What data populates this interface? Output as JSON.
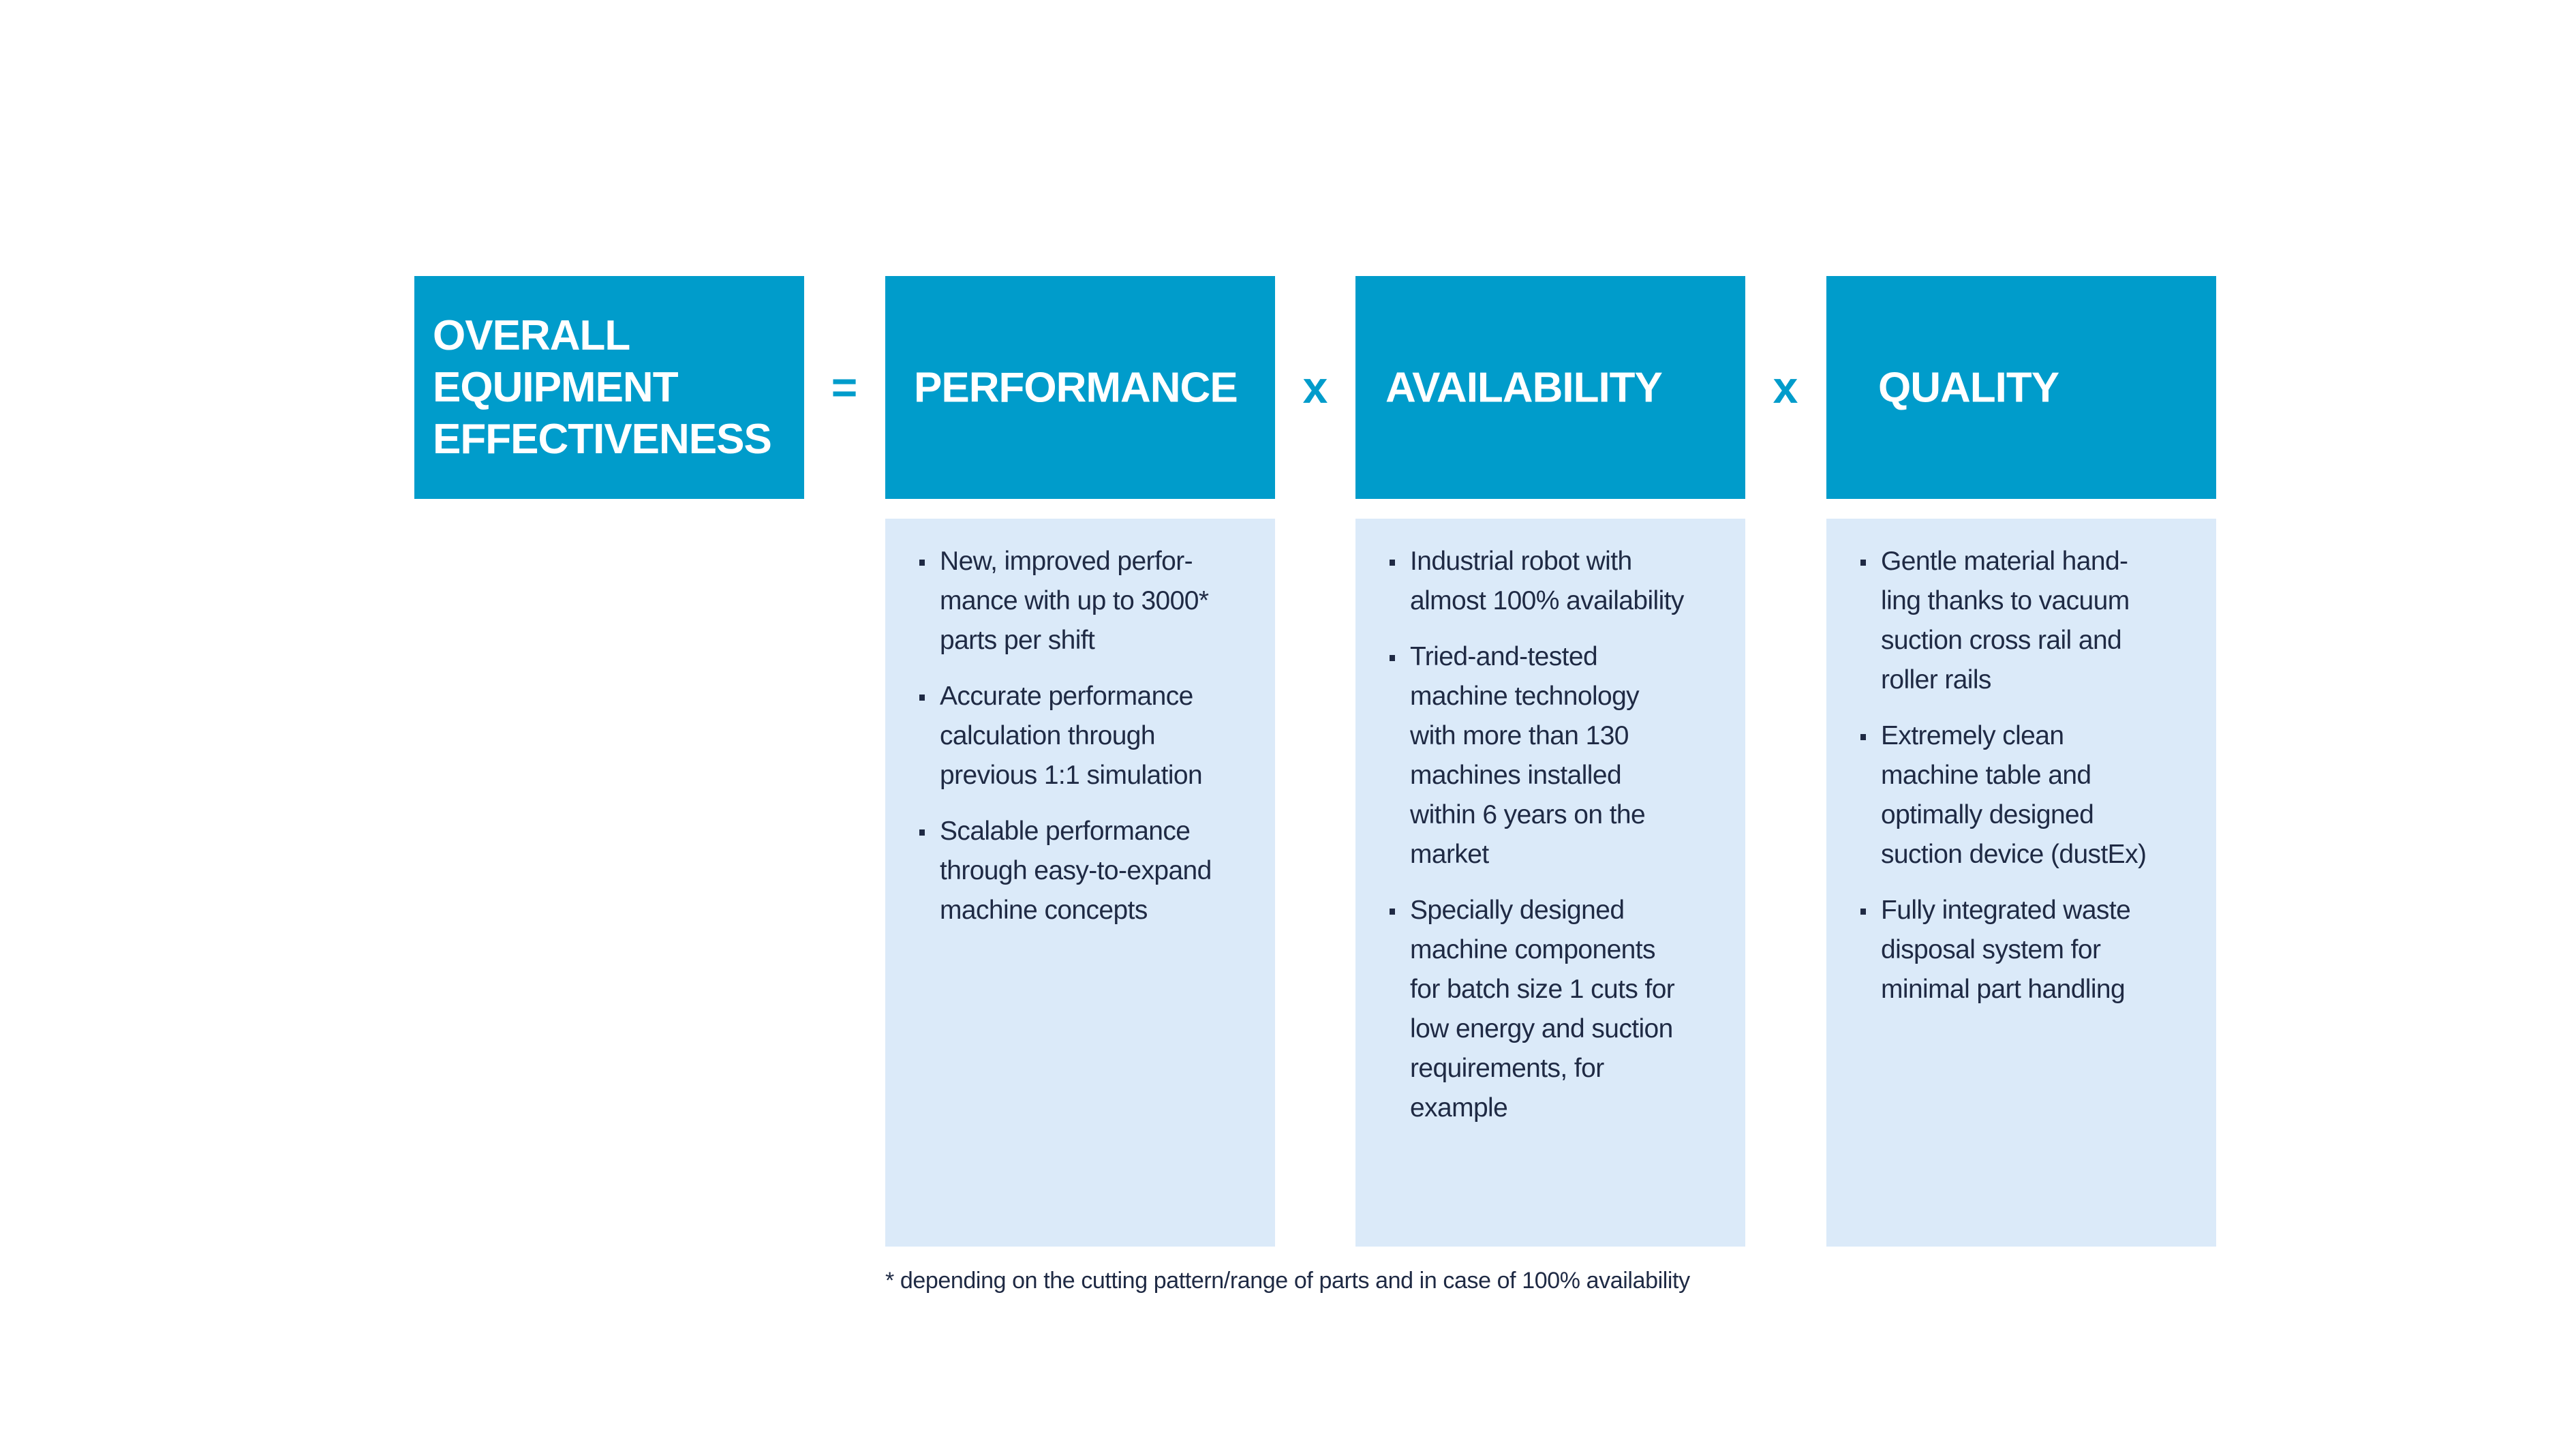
{
  "oee": {
    "lines": [
      "OVERALL",
      "EQUIPMENT",
      "EFFECTIVENESS"
    ]
  },
  "operators": {
    "equals": "=",
    "times1": "x",
    "times2": "x"
  },
  "columns": [
    {
      "title": "PERFORMANCE",
      "items": [
        [
          "New, improved perfor-",
          "mance with up to 3000*",
          "parts per shift"
        ],
        [
          "Accurate performance",
          "calculation through",
          "previous 1:1 simulation"
        ],
        [
          "Scalable performance",
          "through easy-to-expand",
          "machine concepts"
        ]
      ]
    },
    {
      "title": "AVAILABILITY",
      "items": [
        [
          "Industrial robot with",
          "almost 100% availability"
        ],
        [
          "Tried-and-tested",
          "machine technology",
          "with more than 130",
          "machines installed",
          "within 6 years on the",
          "market"
        ],
        [
          "Specially designed",
          "machine components",
          "for batch size 1 cuts for",
          "low energy and suction",
          "requirements, for",
          "example"
        ]
      ]
    },
    {
      "title": "QUALITY",
      "items": [
        [
          "Gentle material hand-",
          "ling thanks to vacuum",
          "suction cross rail and",
          "roller rails"
        ],
        [
          "Extremely clean",
          "machine table and",
          "optimally designed",
          "suction device (dustEx)"
        ],
        [
          "Fully integrated waste",
          "disposal system for",
          "minimal part handling"
        ]
      ]
    }
  ],
  "footnote": "* depending on the cutting pattern/range of parts and in case of 100% availability",
  "colors": {
    "accent": "#009ccb",
    "panel": "#dbeaf9",
    "text": "#1f2a44"
  }
}
